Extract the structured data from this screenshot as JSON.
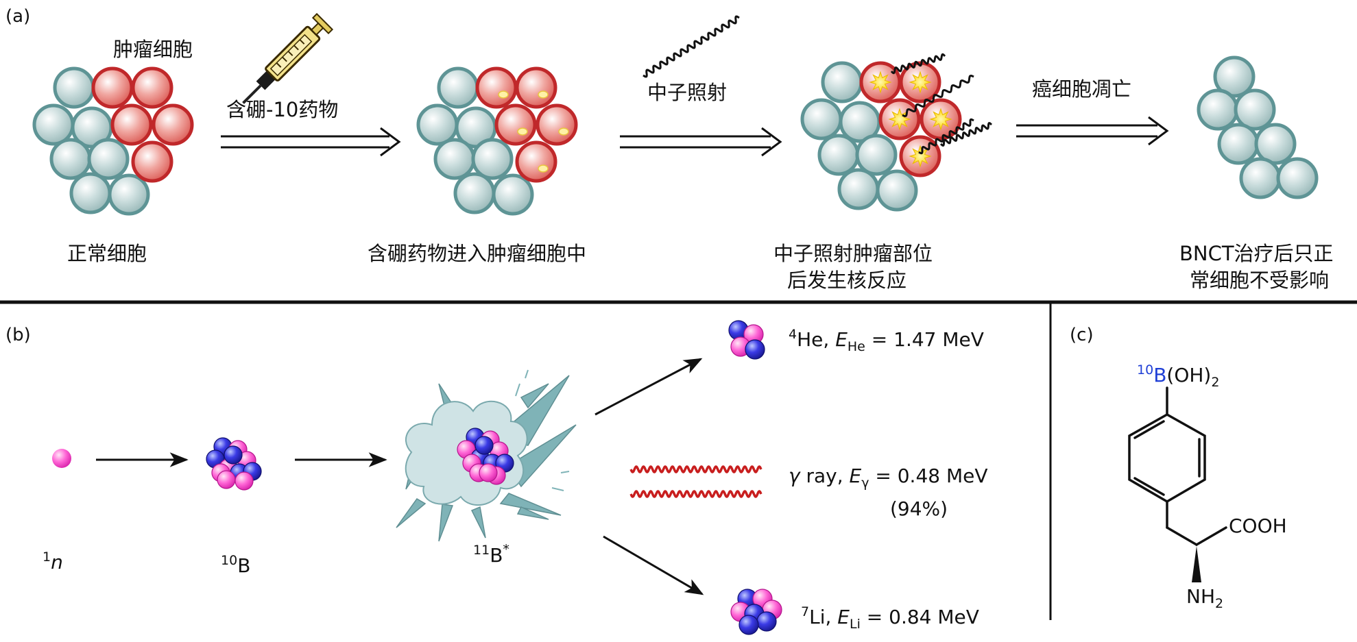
{
  "panels": {
    "a": "(a)",
    "b": "(b)",
    "c": "(c)"
  },
  "panel_a": {
    "tumor_cells_label": "肿瘤细胞",
    "drug_label": "含硼-10药物",
    "neutron_label": "中子照射",
    "apoptosis_label": "癌细胞凋亡",
    "caption_normal": "正常细胞",
    "caption_drug_enter": "含硼药物进入肿瘤细胞中",
    "caption_reaction_1": "中子照射肿瘤部位",
    "caption_reaction_2": "后发生核反应",
    "caption_after_1": "BNCT治疗后只正",
    "caption_after_2": "常细胞不受影响"
  },
  "panel_b": {
    "neutron": {
      "sup": "1",
      "sym": "n"
    },
    "boron10": {
      "sup": "10",
      "sym": "B"
    },
    "boron11": {
      "sup": "11",
      "sym": "B",
      "star": "*"
    },
    "helium": {
      "sup": "4",
      "sym": "He",
      "e_sub": "He",
      "value": " = 1.47 MeV"
    },
    "gamma": {
      "sym": "γ",
      "text": " ray, ",
      "e_sub": "γ",
      "value": " = 0.48 MeV",
      "branch": "(94%)"
    },
    "lithium": {
      "sup": "7",
      "sym": "Li",
      "e_sub": "Li",
      "value": " = 0.84 MeV"
    }
  },
  "panel_c": {
    "boron_sup": "10",
    "boron": "B",
    "oh2": "(OH)",
    "oh2_sub": "2",
    "cooh": "COOH",
    "nh2": "NH",
    "nh2_sub": "2"
  },
  "colors": {
    "normal_cell": "#5e9495",
    "tumor_cell": "#c0282a",
    "proton": "#ff44cc",
    "neutron_ball": "#2a2ad0",
    "boron_blue": "#1f3fd6",
    "gamma_wave": "#c81e1e",
    "explosion": "#9ccad0"
  }
}
